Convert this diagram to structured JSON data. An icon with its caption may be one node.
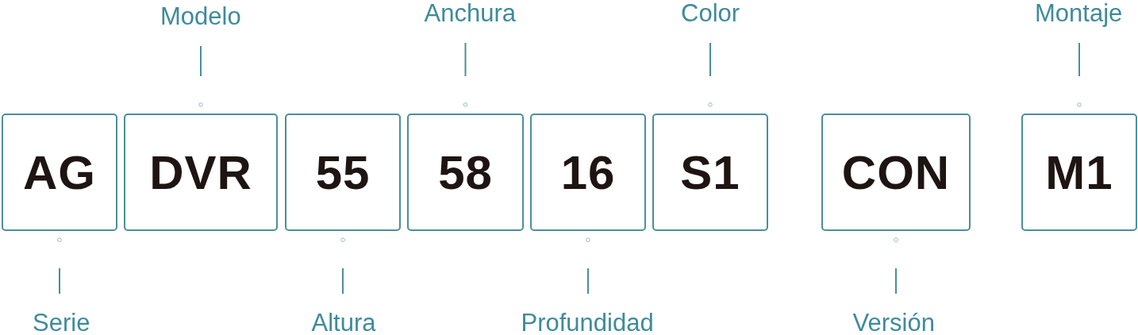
{
  "diagram": {
    "nodes": [
      {
        "text": [
          "AG"
        ]
      },
      {
        "text": [
          "DVR"
        ]
      },
      {
        "text": [
          "55"
        ]
      },
      {
        "text": [
          "58"
        ]
      },
      {
        "text": [
          "16"
        ]
      },
      {
        "text": [
          "S1"
        ]
      },
      {
        "text": [
          "CON"
        ]
      },
      {
        "text": [
          "M1"
        ]
      },
      {
        "text": [
          "Modelo"
        ]
      },
      {
        "text": [
          "Anchura"
        ]
      },
      {
        "text": [
          "Color"
        ]
      },
      {
        "text": [
          "Montaje"
        ]
      },
      {
        "text": [
          "Serie"
        ]
      },
      {
        "text": [
          "Altura"
        ]
      },
      {
        "text": [
          "Profundidad"
        ]
      },
      {
        "text": [
          "Versión"
        ]
      }
    ],
    "edges": [
      {
        "from": 8,
        "to": 1,
        "arrow": "other"
      },
      {
        "from": 9,
        "to": 3,
        "arrow": "other"
      },
      {
        "from": 10,
        "to": 5,
        "arrow": "other"
      },
      {
        "from": 11,
        "to": 7,
        "arrow": "other"
      },
      {
        "from": 12,
        "to": 0,
        "arrow": "other"
      },
      {
        "from": 13,
        "to": 2,
        "arrow": "other"
      },
      {
        "from": 14,
        "to": 4,
        "arrow": "other"
      },
      {
        "from": 15,
        "to": 6,
        "arrow": "other"
      }
    ]
  }
}
